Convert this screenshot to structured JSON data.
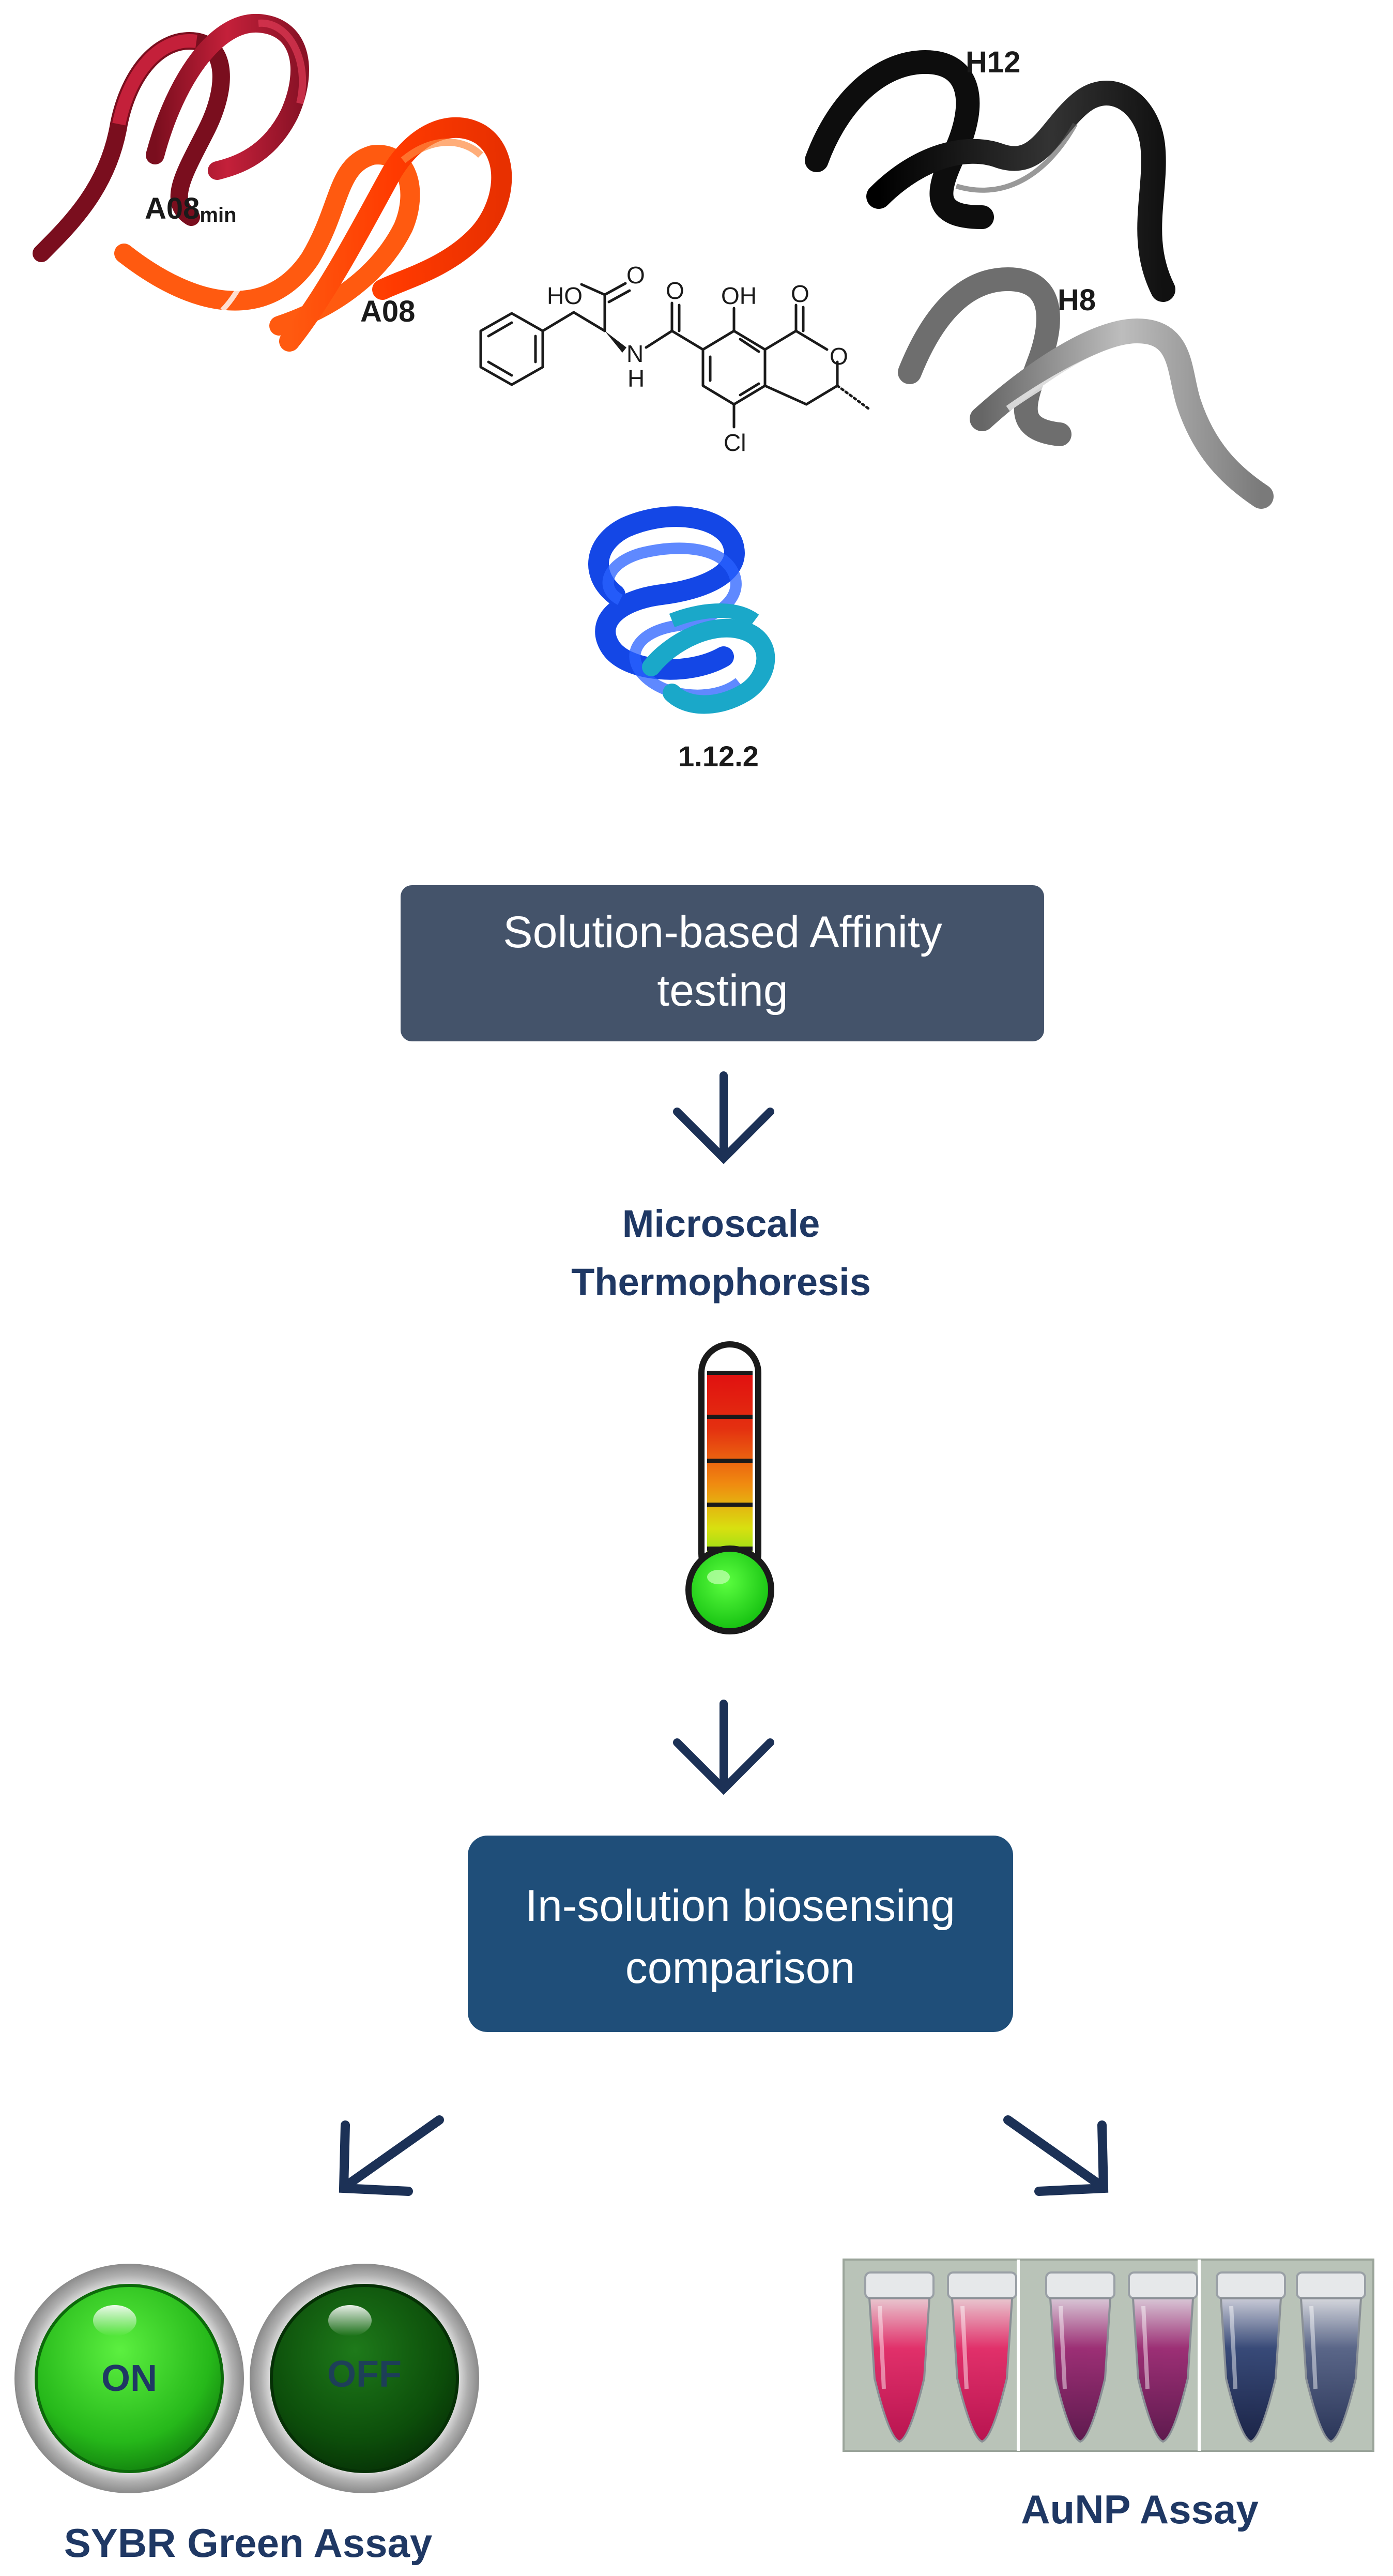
{
  "aptamers": {
    "a08min_main": "A08",
    "a08min_sub": "min",
    "a08": "A08",
    "h12": "H12",
    "h8": "H8",
    "ribbon_1_12_2": "1.12.2"
  },
  "molecule": {
    "ho": "HO",
    "o_acid": "O",
    "o_amide": "O",
    "oh": "OH",
    "o_lactone_carbonyl": "O",
    "o_ring": "O",
    "nh_n": "N",
    "nh_h": "H",
    "cl": "Cl"
  },
  "step1": {
    "line1": "Solution-based Affinity",
    "line2": "testing"
  },
  "mst": {
    "line1": "Microscale",
    "line2": "Thermophoresis"
  },
  "step2": {
    "line1": "In-solution biosensing",
    "line2": "comparison"
  },
  "buttons": {
    "on": "ON",
    "off": "OFF"
  },
  "assays": {
    "sybr": "SYBR Green Assay",
    "aunp": "AuNP Assay"
  },
  "colors": {
    "box1": "#44536a",
    "box2": "#1f4e79",
    "arrow": "#1c3156",
    "a08min": "#a81830",
    "a08": "#ff4a0a",
    "h12": "#1a1a1a",
    "h8": "#8a8a8a",
    "blue_ribbon": "#1447e6",
    "cyan_ribbon": "#1aa8c9",
    "on_button": "#2fc41f",
    "off_button": "#0d4d0d"
  }
}
